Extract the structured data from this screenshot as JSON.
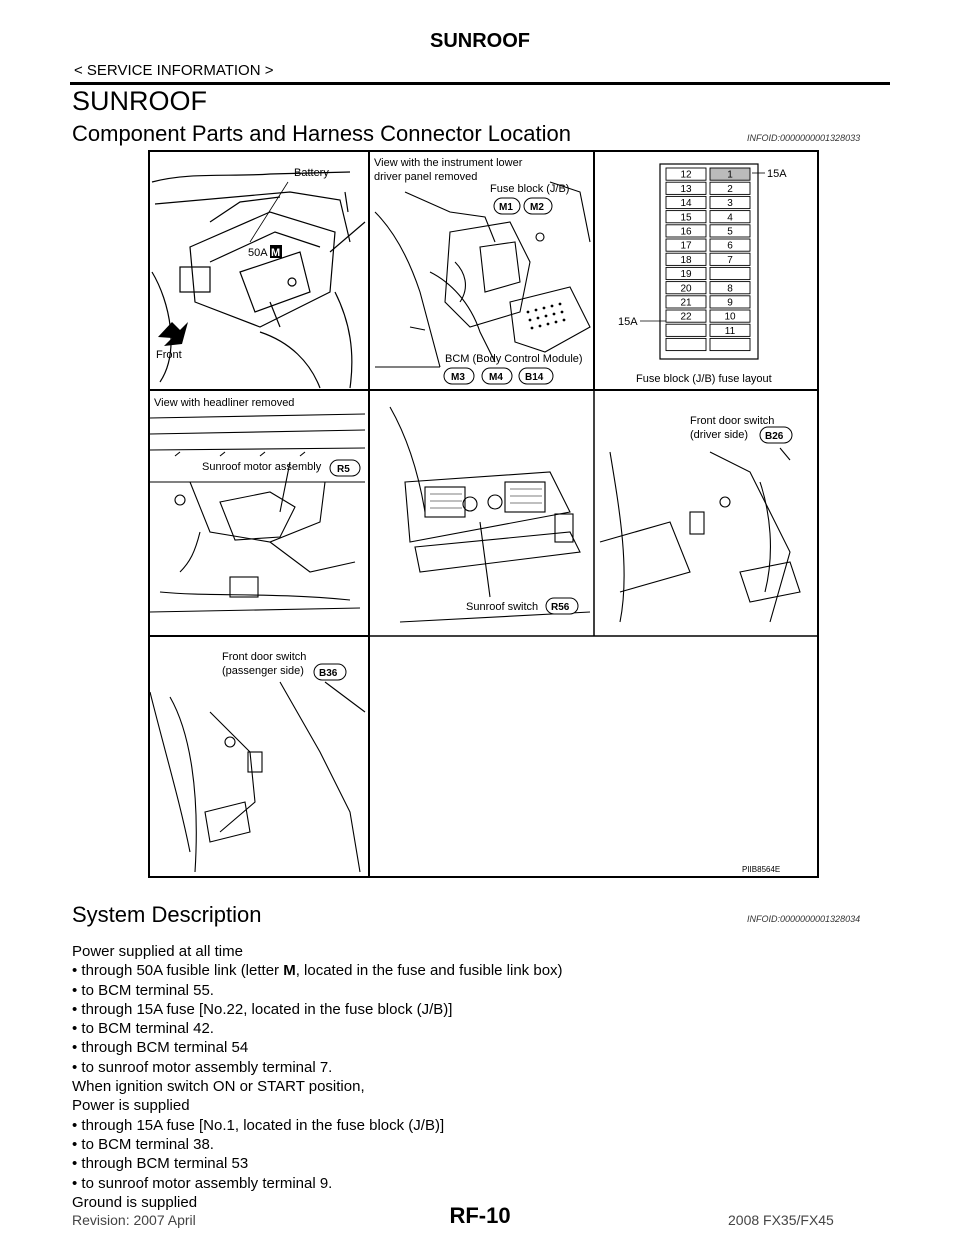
{
  "header": {
    "title": "SUNROOF",
    "subtitle": "< SERVICE INFORMATION >"
  },
  "section_title": "SUNROOF",
  "component_section": {
    "heading": "Component Parts and Harness Connector Location",
    "infoid": "INFOID:0000000001328033"
  },
  "figure": {
    "battery": "Battery",
    "fusible_link": "50A",
    "fusible_letter": "M",
    "front": "Front",
    "view_instrument_1": "View with the instrument lower",
    "view_instrument_2": "driver panel removed",
    "fuse_block": "Fuse block (J/B)",
    "bcm": "BCM (Body Control Module)",
    "fuse_layout_caption": "Fuse block (J/B) fuse layout",
    "fuse_amp_top": "15A",
    "fuse_amp_left": "15A",
    "fuse_rows": [
      [
        "12",
        "1"
      ],
      [
        "13",
        "2"
      ],
      [
        "14",
        "3"
      ],
      [
        "15",
        "4"
      ],
      [
        "16",
        "5"
      ],
      [
        "17",
        "6"
      ],
      [
        "18",
        "7"
      ],
      [
        "19",
        ""
      ],
      [
        "20",
        "8"
      ],
      [
        "21",
        "9"
      ],
      [
        "22",
        "10"
      ],
      [
        "",
        "11"
      ],
      [
        "",
        ""
      ]
    ],
    "view_headliner": "View with headliner removed",
    "sunroof_motor": "Sunroof motor assembly",
    "sunroof_switch": "Sunroof switch",
    "front_door_driver_1": "Front door switch",
    "front_door_driver_2": "(driver side)",
    "front_door_pass_1": "Front door switch",
    "front_door_pass_2": "(passenger side)",
    "figure_id": "PIIB8564E",
    "connectors": {
      "m1": "M1",
      "m2": "M2",
      "m3": "M3",
      "m4": "M4",
      "b14": "B14",
      "r5": "R5",
      "r56": "R56",
      "b26": "B26",
      "b36": "B36"
    }
  },
  "system_section": {
    "heading": "System Description",
    "infoid": "INFOID:0000000001328034"
  },
  "body": {
    "l1": "Power supplied at all time",
    "l2_pre": "• through 50A fusible link (letter ",
    "l2_bold": "M",
    "l2_post": ", located in the fuse and fusible link box)",
    "l3": "• to BCM terminal 55.",
    "l4": "• through 15A fuse [No.22, located in the fuse block (J/B)]",
    "l5": "• to BCM terminal 42.",
    "l6": "• through BCM terminal 54",
    "l7": "• to sunroof motor assembly terminal 7.",
    "l8": "When ignition switch ON or START position,",
    "l9": "Power is supplied",
    "l10": "• through 15A fuse [No.1, located in the fuse block (J/B)]",
    "l11": "• to BCM terminal 38.",
    "l12": "• through BCM terminal 53",
    "l13": "• to sunroof motor assembly terminal 9.",
    "l14": "Ground is supplied"
  },
  "footer": {
    "revision": "Revision: 2007 April",
    "page": "RF-10",
    "model": "2008 FX35/FX45"
  }
}
